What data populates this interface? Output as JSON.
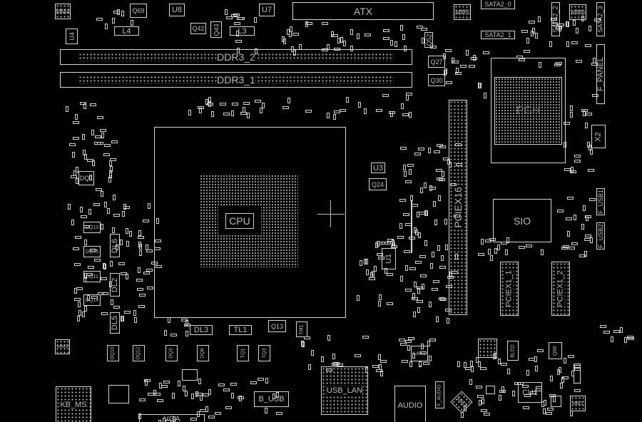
{
  "board_labels": {
    "atx": "ATX",
    "ddr3_2": "DDR3_2",
    "ddr3_1": "DDR3_1",
    "cpu": "CPU",
    "pch": "PCH",
    "pciex16": "PCIEX16",
    "sio": "SIO",
    "pciex1_1": "PCIEX1_1",
    "pciex1_2": "PCIEX1_2",
    "sata2_0": "SATA2_0",
    "sata2_1": "SATA2_1",
    "sata2_2": "SATA2_2",
    "sata2_3": "SATA2_3",
    "f_panel": "F_PANEL",
    "x2": "X2",
    "f_usb1": "F_USB1",
    "f_usb2": "F_USB2",
    "kb_ms": "KB_MS",
    "vga": "VGA",
    "b_usb": "B_USB",
    "usb_lan": "USB_LAN",
    "audio": "AUDIO",
    "f_audio": "F_AUDIO",
    "cu1": "CU1",
    "lan1": "LAN1"
  },
  "components": {
    "mm4": "MM4",
    "q69": "Q69",
    "u8": "U8",
    "l4": "L4",
    "q42": "Q42",
    "q43": "Q43",
    "l3": "L3",
    "u7": "U7",
    "u4": "U4",
    "q52": "Q52",
    "q27": "Q27",
    "q30": "Q30",
    "mm5": "MM5",
    "mm6": "MM6",
    "u3": "U3",
    "q24": "Q24",
    "u1": "U1",
    "dq1": "DQ1",
    "dq13": "DQ13",
    "dq15": "DQ15",
    "dq11": "DQ11",
    "dq14": "DQ14",
    "dl6": "DL6",
    "dl2": "DL2",
    "dl5": "DL5",
    "dl3": "DL3",
    "tl1": "TL1",
    "q13": "Q13",
    "tm1": "TM1",
    "mm3": "MM3",
    "dq10": "DQ10",
    "dq12": "DQ12",
    "dq3": "DQ3",
    "dq6": "DQ6",
    "tq1": "TQ1",
    "tq3": "TQ3",
    "mm2": "MM2",
    "mm1": "MM1",
    "q68": "Q68",
    "bled": "BLED"
  }
}
